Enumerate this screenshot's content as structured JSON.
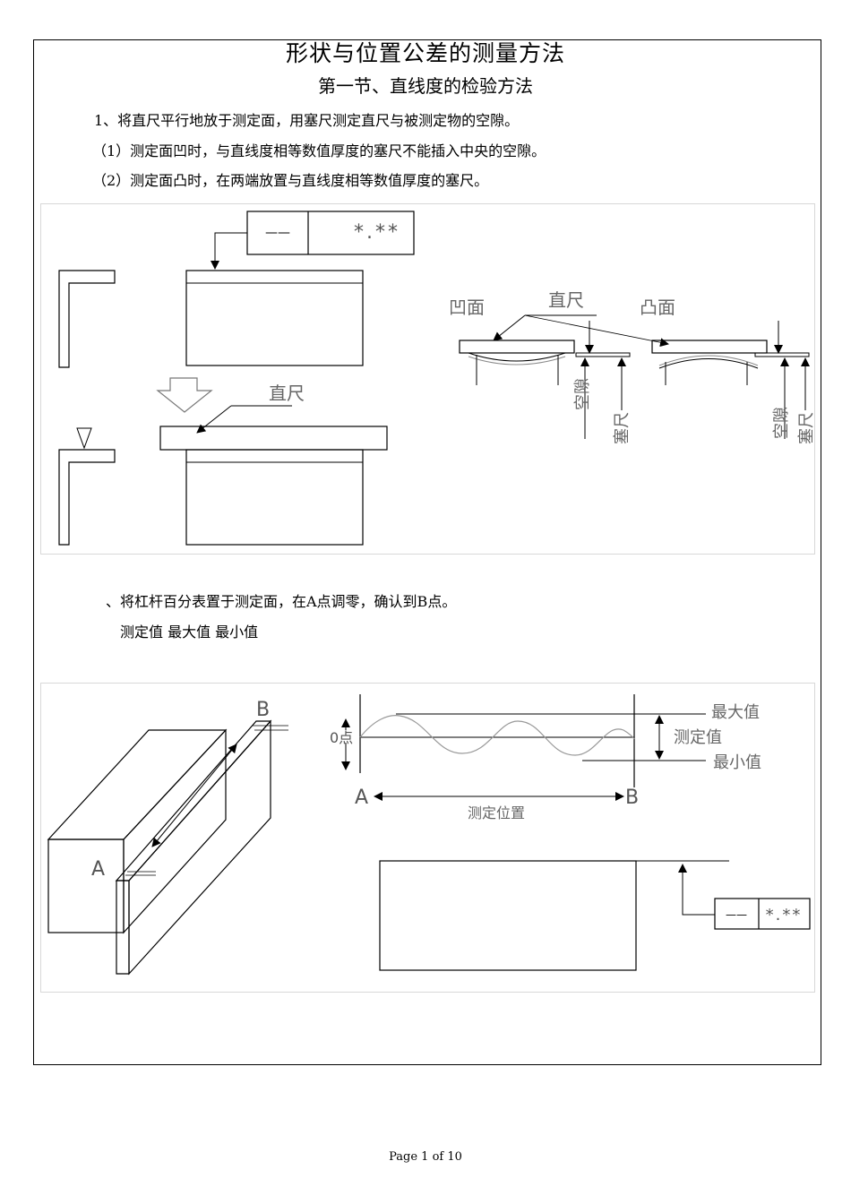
{
  "document": {
    "title": "形状与位置公差的测量方法",
    "section_title": "第一节、直线度的检验方法",
    "para1": "1、将直尺平行地放于测定面，用塞尺测定直尺与被测定物的空隙。",
    "para1_item1": "（1）测定面凹时，与直线度相等数值厚度的塞尺不能插入中央的空隙。",
    "para1_item2": "（2）测定面凸时，在两端放置与直线度相等数值厚度的塞尺。",
    "para2": "、将杠杆百分表置于测定面，在A点调零，确认到B点。",
    "para2_line2": "测定值  最大值  最小值"
  },
  "figure1": {
    "tolerance_symbol": "——",
    "tolerance_value": "*.**",
    "label_ruler": "直尺",
    "label_concave": "凹面",
    "label_ruler_top": "直尺",
    "label_convex": "凸面",
    "label_gap_left": "空隙",
    "label_feeler_left": "塞尺",
    "label_gap_right": "空隙",
    "label_feeler_right": "塞尺"
  },
  "figure2": {
    "label_A_block": "A",
    "label_B_block": "B",
    "label_zero_point": "0点",
    "label_max": "最大值",
    "label_measured": "测定值",
    "label_min": "最小值",
    "label_A_axis": "A",
    "label_B_axis": "B",
    "label_position": "测定位置",
    "tolerance_symbol": "——",
    "tolerance_value": "*.**"
  },
  "footer": {
    "page": "Page 1 of 10"
  }
}
